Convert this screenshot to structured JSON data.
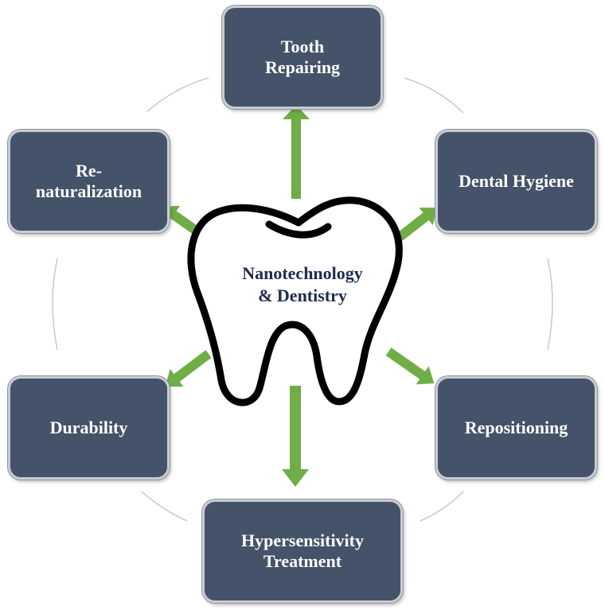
{
  "center": {
    "label": "Nanotechnology\n& Dentistry"
  },
  "nodes": [
    {
      "id": "tooth-repairing",
      "label": "Tooth\nRepairing"
    },
    {
      "id": "dental-hygiene",
      "label": "Dental Hygiene"
    },
    {
      "id": "repositioning",
      "label": "Repositioning"
    },
    {
      "id": "hypersensitivity-treatment",
      "label": "Hypersensitivity\nTreatment"
    },
    {
      "id": "durability",
      "label": "Durability"
    },
    {
      "id": "re-naturalization",
      "label": "Re-\nnaturalization"
    }
  ],
  "colors": {
    "node_fill": "#445369",
    "arrow": "#70ad47",
    "tooth_outline": "#000000",
    "ring": "#c8c8c8",
    "center_text": "#1f2d4d"
  }
}
